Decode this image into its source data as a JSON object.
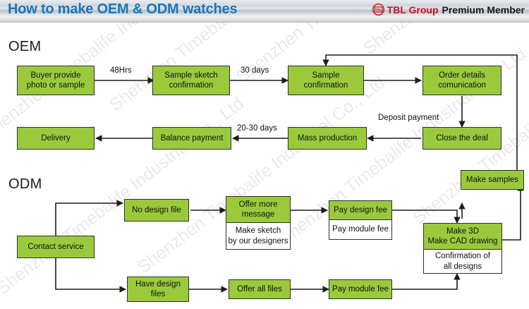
{
  "header": {
    "title": "How to make OEM & ODM watches",
    "brand_mark_icon": "tbl-circle-logo-icon",
    "brand_name": "TBL Group",
    "brand_tier": "Premium Member",
    "brand_color": "#cf1126",
    "title_color": "#1b75bb"
  },
  "theme": {
    "node_fill": "#9ACA3C",
    "node_fill_alt": "#ffffff",
    "node_border": "#2f2f2f",
    "text": "#111111"
  },
  "watermark": {
    "text": "Shenzhen Timebalife Industrial Co., Ltd"
  },
  "sections": [
    {
      "id": "oem",
      "label": "OEM"
    },
    {
      "id": "odm",
      "label": "ODM"
    }
  ],
  "oem": {
    "nodes": [
      {
        "id": "buyer-provide",
        "lines": [
          "Buyer provide",
          "photo or sample"
        ]
      },
      {
        "id": "sample-sketch",
        "lines": [
          "Sample sketch",
          "confirmation"
        ]
      },
      {
        "id": "sample-confirmation",
        "lines": [
          "Sample",
          "confirmation"
        ]
      },
      {
        "id": "order-details",
        "lines": [
          "Order details",
          "comunication"
        ]
      },
      {
        "id": "close-the-deal",
        "lines": [
          "Close the deal"
        ]
      },
      {
        "id": "mass-production",
        "lines": [
          "Mass production"
        ]
      },
      {
        "id": "balance-payment",
        "lines": [
          "Balance payment"
        ]
      },
      {
        "id": "delivery",
        "lines": [
          "Delivery"
        ]
      },
      {
        "id": "make-samples",
        "lines": [
          "Make samples"
        ]
      }
    ],
    "edge_labels": [
      {
        "id": "hrs-48",
        "lines": [
          "48Hrs"
        ]
      },
      {
        "id": "days-30",
        "lines": [
          "30 days"
        ]
      },
      {
        "id": "days-20-30",
        "lines": [
          "20-30 days"
        ]
      },
      {
        "id": "deposit-payment",
        "lines": [
          "Deposit",
          "payment"
        ]
      }
    ]
  },
  "odm": {
    "nodes": [
      {
        "id": "contact-service",
        "lines": [
          "Contact service"
        ]
      },
      {
        "id": "no-design-file",
        "lines": [
          "No design file"
        ]
      },
      {
        "id": "offer-more-message",
        "lines": [
          "Offer more",
          "message"
        ]
      },
      {
        "id": "make-sketch",
        "lines": [
          "Make sketch",
          "by our designers"
        ]
      },
      {
        "id": "pay-design-fee",
        "lines": [
          "Pay design fee"
        ]
      },
      {
        "id": "pay-module-fee-1",
        "lines": [
          "Pay module fee"
        ]
      },
      {
        "id": "make-3d",
        "lines": [
          "Make 3D",
          "Make CAD drawing"
        ]
      },
      {
        "id": "confirmation-designs",
        "lines": [
          "Confirmation of",
          "all designs"
        ]
      },
      {
        "id": "have-design-files",
        "lines": [
          "Have design",
          "files"
        ]
      },
      {
        "id": "offer-all-files",
        "lines": [
          "Offer all files"
        ]
      },
      {
        "id": "pay-module-fee-2",
        "lines": [
          "Pay module fee"
        ]
      }
    ]
  }
}
